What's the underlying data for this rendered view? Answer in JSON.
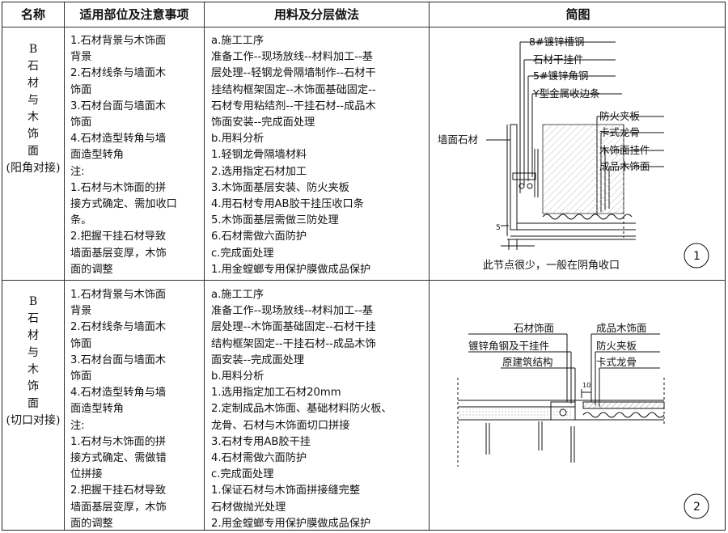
{
  "header": {
    "col1": "名称",
    "col2": "适用部位及注意事项",
    "col3": "用料及分层做法",
    "col4": "简图"
  },
  "rows": [
    {
      "name_chars": [
        "B",
        "石",
        "材",
        "与",
        "木",
        "饰",
        "面"
      ],
      "name_sub": "(阳角对接)",
      "notes": "1.石材背景与木饰面\n背景\n2.石材线条与墙面木\n饰面\n3.石材台面与墙面木\n饰面\n4.石材造型转角与墙\n面造型转角\n注:\n1.石材与木饰面的拼\n接方式确定、需加收口\n条。\n2.把握干挂石材导致\n墙面基层变厚，木饰\n面的调整",
      "method": "a.施工工序\n准备工作--现场放线--材料加工--基\n层处理--轻钢龙骨隔墙制作--石材干\n挂结构框架固定--木饰面基础固定--\n石材专用粘结剂--干挂石材--成品木\n饰面安装--完成面处理\nb.用料分析\n1.轻钢龙骨隔墙材料\n2.选用指定石材加工\n3.木饰面基层安装、防火夹板\n4.用石材专用AB胶干挂压收口条\n5.木饰面基层需做三防处理\n6.石材需做六面防护\nc.完成面处理\n1.用金螳螂专用保护膜做成品保护",
      "diagram": {
        "labels_top": [
          "8#镀锌槽钢",
          "石材干挂件",
          "5#镀锌角钢",
          "Y型金属收边条"
        ],
        "labels_right": [
          "防火夹板",
          "卡式龙骨",
          "木饰面挂件",
          "成品木饰面"
        ],
        "label_left": "墙面石材",
        "dim_small": "5",
        "caption": "此节点很少，一般在阴角收口",
        "number": "1"
      }
    },
    {
      "name_chars": [
        "B",
        "石",
        "材",
        "与",
        "木",
        "饰",
        "面"
      ],
      "name_sub": "(切口对接)",
      "notes": "1.石材背景与木饰面\n背景\n2.石材线条与墙面木\n饰面\n3.石材台面与墙面木\n饰面\n4.石材造型转角与墙\n面造型转角\n注:\n1.石材与木饰面的拼\n接方式确定、需做错\n位拼接\n2.把握干挂石材导致\n墙面基层变厚，木饰\n面的调整",
      "method": "a.施工工序\n准备工作--现场放线--材料加工--基\n层处理--木饰面基础固定--石材干挂\n结构框架固定--干挂石材--成品木饰\n面安装--完成面处理\nb.用料分析\n1.选用指定加工石材20mm\n2.定制成品木饰面、基础材料防火板、\n龙骨、石材与木饰面切口拼接\n3.石材专用AB胶干挂\n4.石材需做六面防护\nc.完成面处理\n1.保证石材与木饰面拼接缝完整\n石材做抛光处理\n2.用金螳螂专用保护膜做成品保护",
      "diagram": {
        "labels_left": [
          "石材饰面",
          "镀锌角钢及干挂件",
          "原建筑结构"
        ],
        "labels_right": [
          "成品木饰面",
          "防火夹板",
          "卡式龙骨"
        ],
        "dim_small": "10",
        "number": "2"
      }
    }
  ]
}
